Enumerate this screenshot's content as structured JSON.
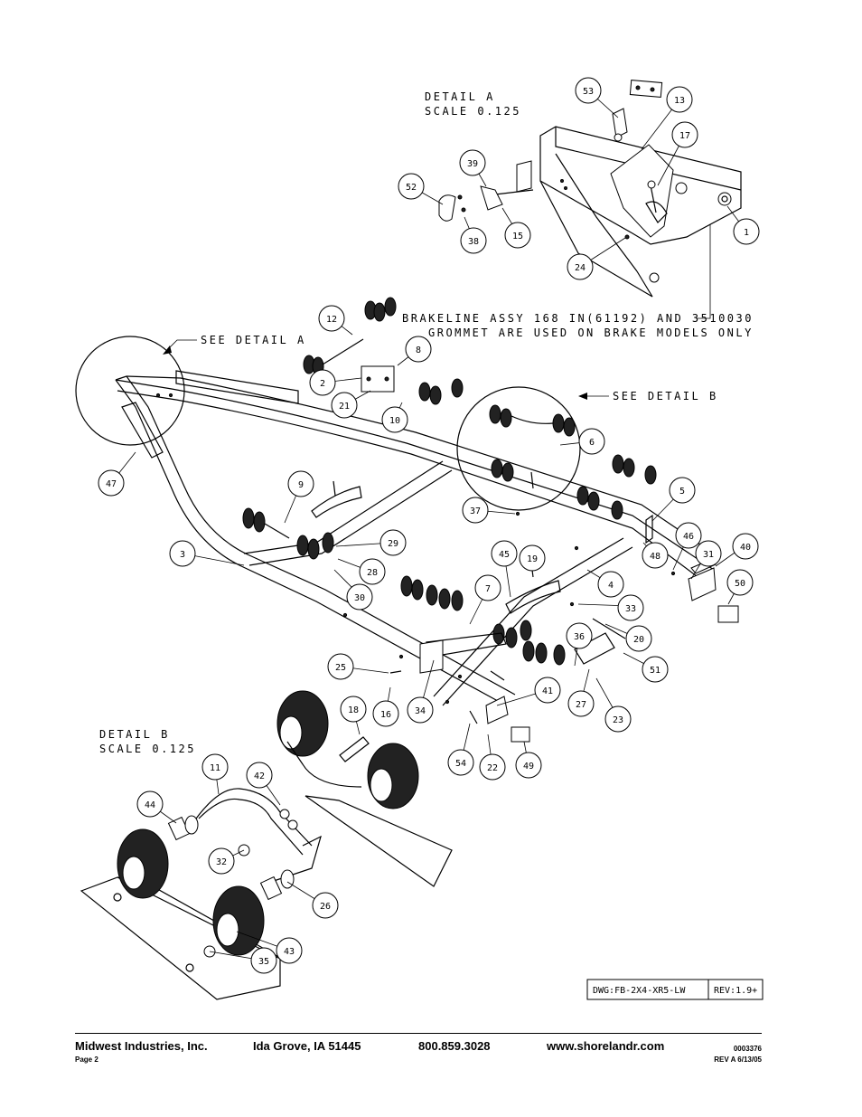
{
  "diagram": {
    "labels": {
      "detail_a_title": "DETAIL  A",
      "detail_a_scale": "SCALE  0.125",
      "detail_b_title": "DETAIL  B",
      "detail_b_scale": "SCALE  0.125",
      "see_detail_a": "SEE DETAIL  A",
      "see_detail_b": "SEE DETAIL  B",
      "brakeline_note_1": "BRAKELINE ASSY 168 IN(61192) AND 3510030",
      "brakeline_note_2": "GROMMET ARE USED ON BRAKE MODELS ONLY",
      "dwg_number": "DWG:FB-2X4-XR5-LW",
      "revision": "REV:1.9+"
    },
    "callouts": {
      "c53": "53",
      "c13": "13",
      "c17": "17",
      "c39": "39",
      "c52": "52",
      "c38": "38",
      "c15": "15",
      "c24": "24",
      "c1": "1",
      "c12": "12",
      "c8": "8",
      "c2": "2",
      "c21": "21",
      "c10": "10",
      "c47": "47",
      "c6": "6",
      "c9": "9",
      "c5": "5",
      "c37": "37",
      "c46": "46",
      "c40": "40",
      "c3": "3",
      "c29": "29",
      "c48": "48",
      "c31": "31",
      "c45": "45",
      "c19": "19",
      "c28": "28",
      "c30": "30",
      "c4": "4",
      "c50": "50",
      "c7": "7",
      "c33": "33",
      "c36": "36",
      "c20": "20",
      "c51": "51",
      "c25": "25",
      "c41": "41",
      "c27": "27",
      "c23": "23",
      "c34": "34",
      "c16": "16",
      "c18": "18",
      "c54": "54",
      "c22": "22",
      "c49": "49",
      "c11": "11",
      "c42": "42",
      "c44": "44",
      "c32": "32",
      "c26": "26",
      "c43": "43",
      "c35": "35"
    }
  },
  "footer": {
    "company": "Midwest Industries, Inc.",
    "location": "Ida Grove, IA  51445",
    "phone": "800.859.3028",
    "website": "www.shorelandr.com",
    "page": "Page 2",
    "doc_number": "0003376",
    "revision": "REV A  6/13/05"
  }
}
